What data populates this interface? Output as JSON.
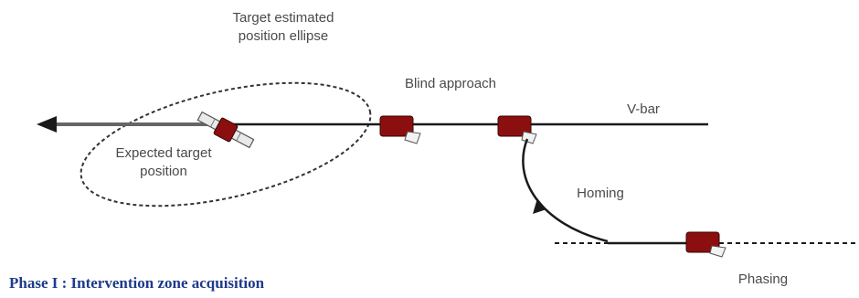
{
  "labels": {
    "ellipse_line1": "Target estimated",
    "ellipse_line2": "position ellipse",
    "expected_line1": "Expected target",
    "expected_line2": "position",
    "blind_approach": "Blind approach",
    "vbar": "V-bar",
    "homing": "Homing",
    "phasing": "Phasing"
  },
  "caption": "Phase I : Intervention zone acquisition",
  "colors": {
    "vehicle_body": "#8b0f0f",
    "ellipse_stroke": "#333333",
    "caption_text": "#1e3a8a"
  },
  "icons": {
    "target": "target-satellite-icon",
    "chaser": "chaser-vehicle-icon",
    "direction": "arrowhead-left-icon"
  }
}
